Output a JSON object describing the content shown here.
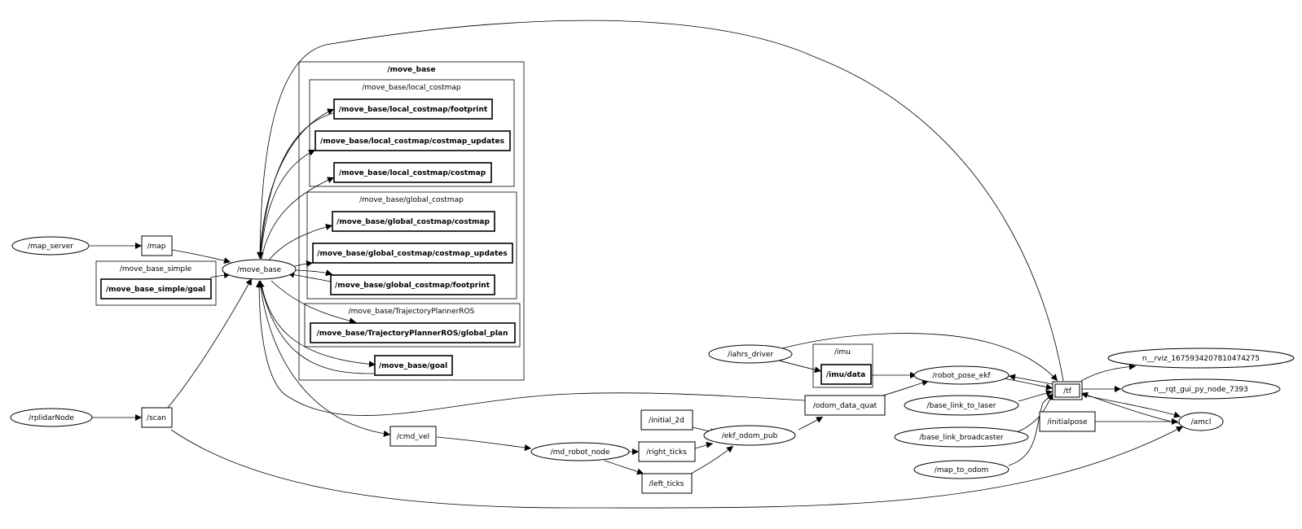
{
  "clusters": {
    "move_base": "/move_base",
    "local_costmap": "/move_base/local_costmap",
    "global_costmap": "/move_base/global_costmap",
    "trajectory_planner": "/move_base/TrajectoryPlannerROS",
    "move_base_simple": "/move_base_simple",
    "imu": "/imu"
  },
  "nodes": {
    "map_server": "/map_server",
    "map": "/map",
    "move_base_simple_goal": "/move_base_simple/goal",
    "move_base": "/move_base",
    "rplidarNode": "/rplidarNode",
    "scan": "/scan",
    "local_footprint": "/move_base/local_costmap/footprint",
    "local_updates": "/move_base/local_costmap/costmap_updates",
    "local_costmap": "/move_base/local_costmap/costmap",
    "global_costmap": "/move_base/global_costmap/costmap",
    "global_updates": "/move_base/global_costmap/costmap_updates",
    "global_footprint": "/move_base/global_costmap/footprint",
    "global_plan": "/move_base/TrajectoryPlannerROS/global_plan",
    "move_base_goal": "/move_base/goal",
    "cmd_vel": "/cmd_vel",
    "md_robot_node": "/md_robot_node",
    "right_ticks": "/right_ticks",
    "left_ticks": "/left_ticks",
    "initial_2d": "/initial_2d",
    "ekf_odom_pub": "/ekf_odom_pub",
    "iahrs_driver": "/iahrs_driver",
    "imu_data": "/imu/data",
    "odom_data_quat": "/odom_data_quat",
    "robot_pose_ekf": "/robot_pose_ekf",
    "base_link_to_laser": "/base_link_to_laser",
    "base_link_broadcaster": "/base_link_broadcaster",
    "map_to_odom": "/map_to_odom",
    "tf": "/tf",
    "initialpose": "/initialpose",
    "amcl": "/amcl",
    "rviz": "n__rviz_1675934207810474275",
    "rqt": "n__rqt_gui_py_node_7393"
  }
}
